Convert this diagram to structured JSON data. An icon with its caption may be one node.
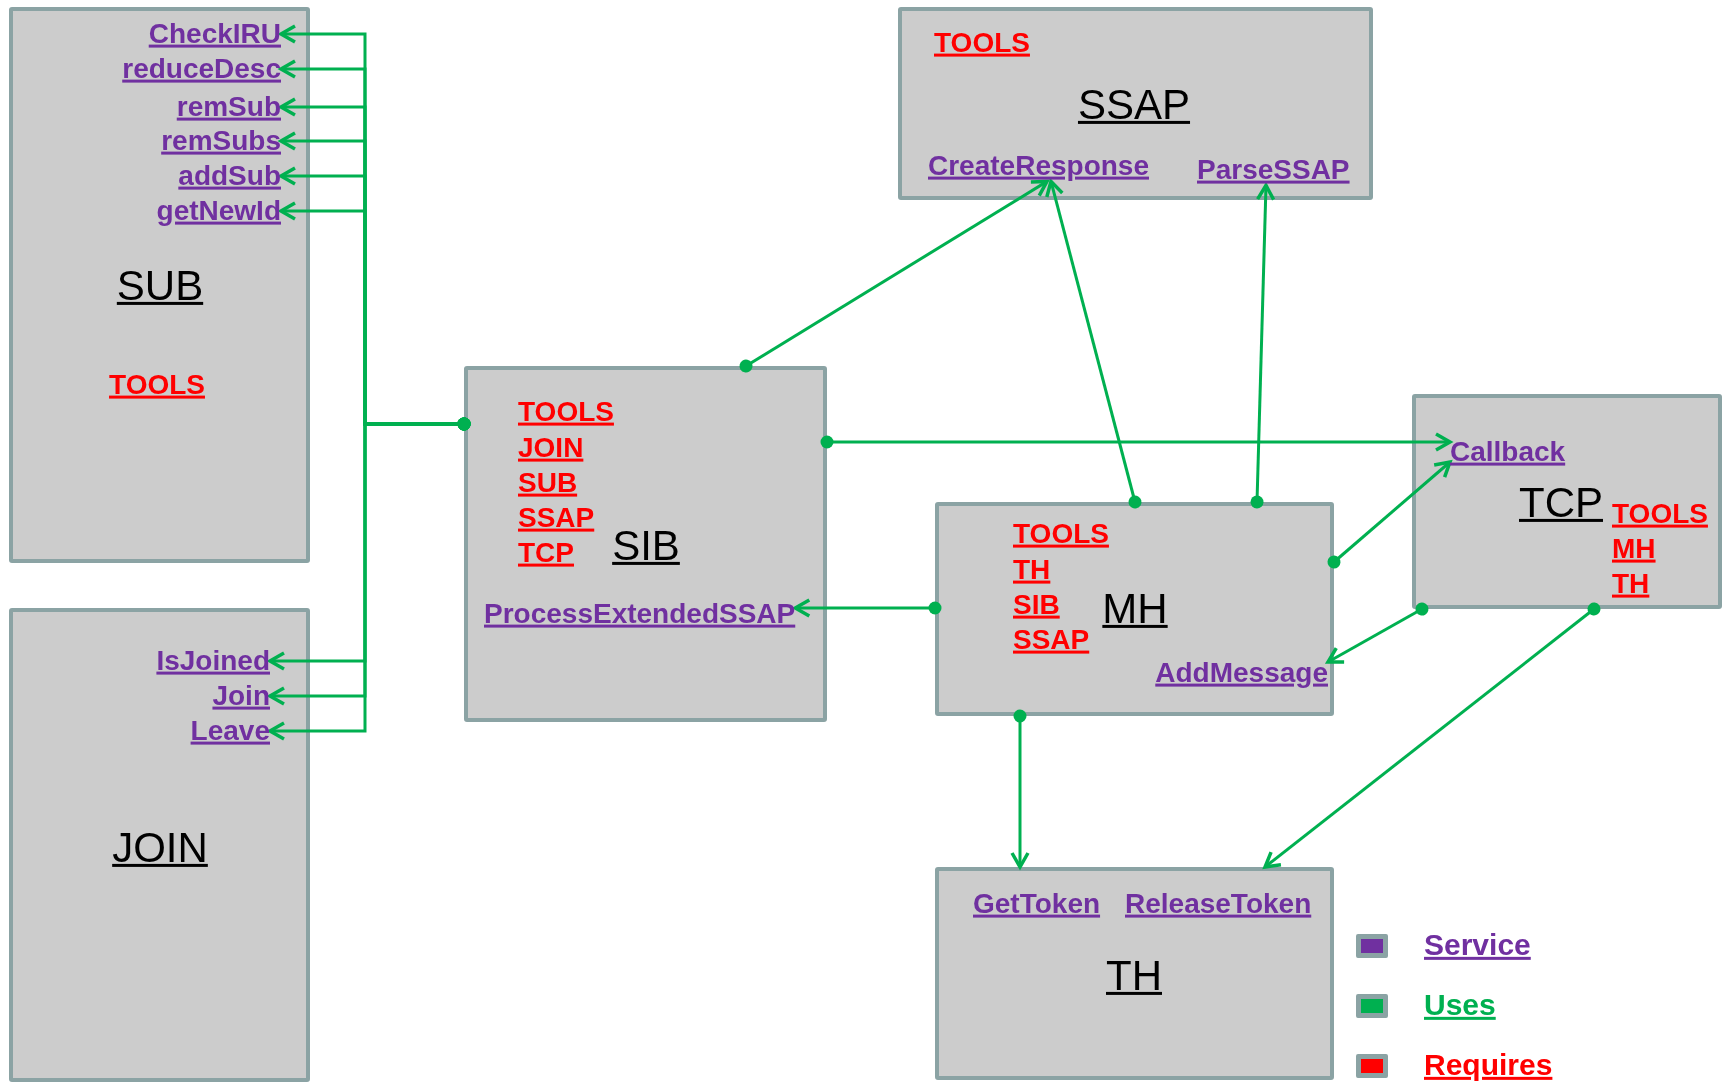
{
  "diagram": {
    "nodes": [
      {
        "text": [
          "SUB",
          "TOOLS"
        ]
      },
      {
        "text": [
          "CheckIRU"
        ],
        "in": 0
      },
      {
        "text": [
          "reduceDesc"
        ],
        "in": 0
      },
      {
        "text": [
          "remSub"
        ],
        "in": 0
      },
      {
        "text": [
          "remSubs"
        ],
        "in": 0
      },
      {
        "text": [
          "addSub"
        ],
        "in": 0
      },
      {
        "text": [
          "getNewId"
        ],
        "in": 0
      },
      {
        "text": [
          "JOIN"
        ]
      },
      {
        "text": [
          "IsJoined"
        ],
        "in": 7
      },
      {
        "text": [
          "Join"
        ],
        "in": 7
      },
      {
        "text": [
          "Leave"
        ],
        "in": 7
      },
      {
        "text": [
          "TOOLS",
          "JOIN",
          "SUB",
          "SSAP",
          "TCP",
          "SIB"
        ]
      },
      {
        "text": [
          "ProcessExtendedSSAP"
        ],
        "in": 11
      },
      {
        "text": [
          "TOOLS",
          "SSAP"
        ]
      },
      {
        "text": [
          "CreateResponse"
        ],
        "in": 13
      },
      {
        "text": [
          "ParseSSAP"
        ],
        "in": 13
      },
      {
        "text": [
          "TCP",
          "TOOLS",
          "MH",
          "TH"
        ]
      },
      {
        "text": [
          "Callback"
        ],
        "in": 16
      },
      {
        "text": [
          "TOOLS",
          "TH",
          "SIB",
          "SSAP",
          "MH"
        ]
      },
      {
        "text": [
          "AddMessage"
        ],
        "in": 18
      },
      {
        "text": [
          "TH"
        ]
      },
      {
        "text": [
          "GetToken"
        ],
        "in": 20
      },
      {
        "text": [
          "ReleaseToken"
        ],
        "in": 20
      }
    ],
    "edges": [
      {
        "from": 11,
        "to": 1,
        "arrow": "to"
      },
      {
        "from": 11,
        "to": 2,
        "arrow": "to"
      },
      {
        "from": 11,
        "to": 3,
        "arrow": "to"
      },
      {
        "from": 11,
        "to": 4,
        "arrow": "to"
      },
      {
        "from": 11,
        "to": 5,
        "arrow": "to"
      },
      {
        "from": 11,
        "to": 6,
        "arrow": "to"
      },
      {
        "from": 11,
        "to": 8,
        "arrow": "to"
      },
      {
        "from": 11,
        "to": 9,
        "arrow": "to"
      },
      {
        "from": 11,
        "to": 10,
        "arrow": "to"
      },
      {
        "from": 11,
        "to": 14,
        "arrow": "to"
      },
      {
        "from": 11,
        "to": 17,
        "arrow": "to"
      },
      {
        "from": 18,
        "to": 14,
        "arrow": "to"
      },
      {
        "from": 18,
        "to": 15,
        "arrow": "to"
      },
      {
        "from": 18,
        "to": 12,
        "arrow": "to"
      },
      {
        "from": 18,
        "to": 17,
        "arrow": "to"
      },
      {
        "from": 16,
        "to": 19,
        "arrow": "to"
      },
      {
        "from": 18,
        "to": 20,
        "arrow": "to"
      },
      {
        "from": 16,
        "to": 20,
        "arrow": "to"
      }
    ],
    "legend": [
      {
        "text": "Service",
        "color": "#7030a0"
      },
      {
        "text": "Uses",
        "color": "#00b050"
      },
      {
        "text": "Requires",
        "color": "#ff0000"
      }
    ]
  }
}
